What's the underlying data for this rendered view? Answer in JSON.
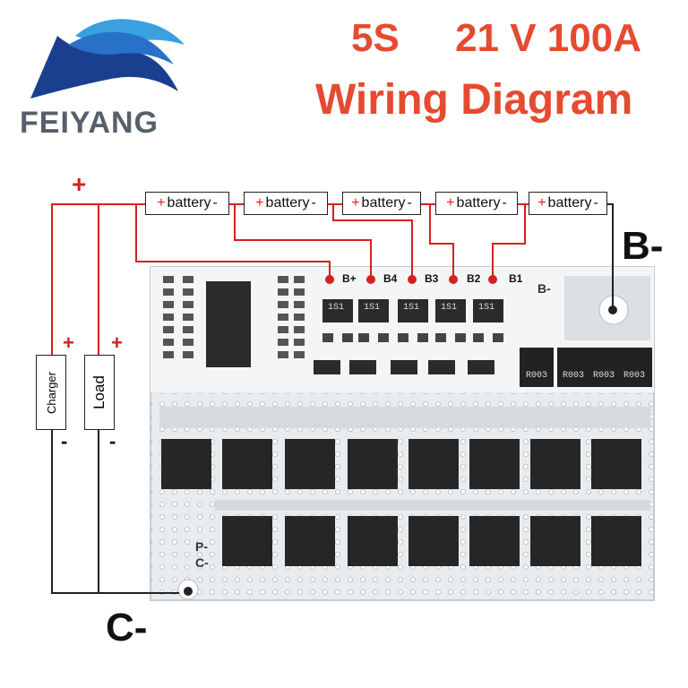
{
  "brand": {
    "name": "FEIYANG"
  },
  "title": {
    "spec_cells": "5S",
    "spec_rating": "21 V 100A",
    "subtitle": "Wiring Diagram"
  },
  "batteries": [
    {
      "plus": "+",
      "label": "battery",
      "minus": "-"
    },
    {
      "plus": "+",
      "label": "battery",
      "minus": "-"
    },
    {
      "plus": "+",
      "label": "battery",
      "minus": "-"
    },
    {
      "plus": "+",
      "label": "battery",
      "minus": "-"
    },
    {
      "plus": "+",
      "label": "battery",
      "minus": "-"
    }
  ],
  "terminals": {
    "b_minus": "B-",
    "c_minus": "C-",
    "main_plus": "+"
  },
  "devices": {
    "charger": {
      "label": "Charger",
      "plus": "+",
      "minus": "-"
    },
    "load": {
      "label": "Load",
      "plus": "+",
      "minus": "-"
    }
  },
  "pcb": {
    "pads": [
      "B+",
      "B4",
      "B3",
      "B2",
      "B1"
    ],
    "b_minus_label": "B-",
    "p_minus_label": "P-",
    "c_minus_label": "C-",
    "shunts": [
      "R003",
      "R003",
      "R003",
      "R003"
    ],
    "ic_codes": [
      "1S1",
      "1S1",
      "1S1",
      "1S1",
      "1S1"
    ]
  },
  "colors": {
    "title": "#e64a30",
    "wire_red": "#d62020",
    "wire_black": "#222222",
    "logo_blue": "#1b3f8f",
    "logo_text": "#55606b"
  }
}
